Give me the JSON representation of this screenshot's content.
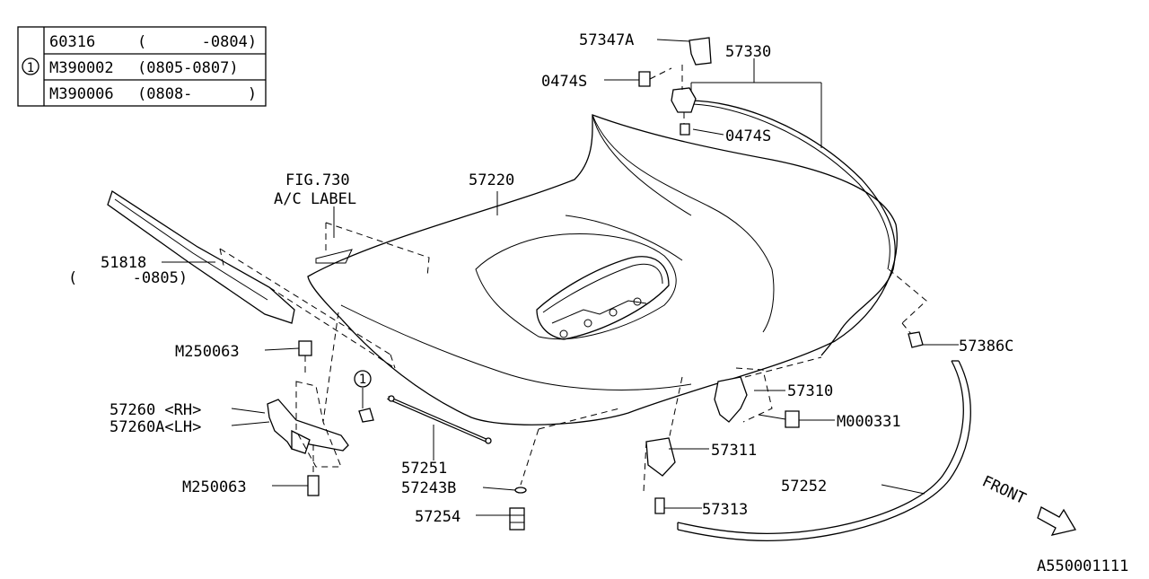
{
  "table": {
    "marker": "1",
    "rows": [
      {
        "part": "60316",
        "range": "(      -0804)"
      },
      {
        "part": "M390002",
        "range": "(0805-0807)"
      },
      {
        "part": "M390006",
        "range": "(0808-      )"
      }
    ]
  },
  "callouts": {
    "p57347A": "57347A",
    "p57330": "57330",
    "p0474S_a": "0474S",
    "p0474S_b": "0474S",
    "fig_ref": "FIG.730",
    "fig_label": "A/C LABEL",
    "p57220": "57220",
    "p51818": "51818",
    "p51818_range": "(      -0805)",
    "pM250063_a": "M250063",
    "p57260_rh": "57260 <RH>",
    "p57260A_lh": "57260A<LH>",
    "pM250063_b": "M250063",
    "circle_marker": "1",
    "p57251": "57251",
    "p57243B": "57243B",
    "p57254": "57254",
    "p57386C": "57386C",
    "p57310": "57310",
    "pM000331": "M000331",
    "p57311": "57311",
    "p57252": "57252",
    "p57313": "57313",
    "front": "FRONT",
    "diagram_id": "A550001111"
  }
}
